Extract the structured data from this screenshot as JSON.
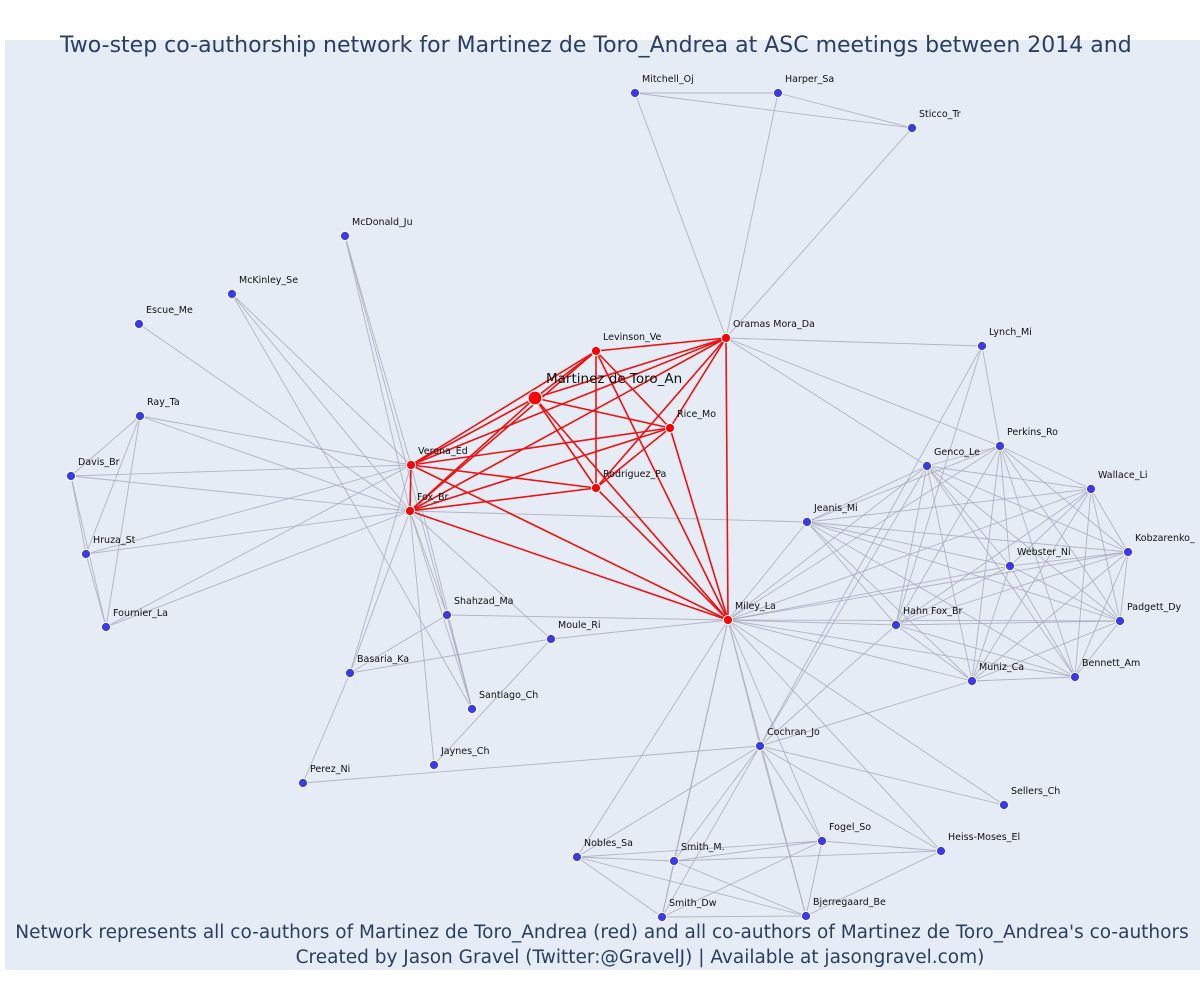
{
  "title": "Two-step co-authorship network for Martinez de Toro_Andrea at ASC meetings between 2014 and",
  "caption_line1": "Network represents all co-authors of Martinez de Toro_Andrea (red) and all co-authors of Martinez de Toro_Andrea's co-authors",
  "caption_line2": "Created by Jason Gravel (Twitter:@GravelJ) | Available at jasongravel.com)",
  "colors": {
    "background": "#e5ecf6",
    "first_degree_node": "#ff0000",
    "second_degree_node": "#3b3be6",
    "first_degree_edge": "#ee1111",
    "second_degree_edge": "#a9a9b9"
  },
  "nodes": [
    {
      "id": "martinez",
      "label": "Martinez de Toro_An",
      "group": "focal"
    },
    {
      "id": "levinson",
      "label": "Levinson_Ve",
      "group": "first"
    },
    {
      "id": "oramas",
      "label": "Oramas Mora_Da",
      "group": "first"
    },
    {
      "id": "rice",
      "label": "Rice_Mo",
      "group": "first"
    },
    {
      "id": "verona",
      "label": "Verona_Ed",
      "group": "first"
    },
    {
      "id": "fox",
      "label": "Fox_Br",
      "group": "first"
    },
    {
      "id": "rodriguez",
      "label": "Rodriguez_Pa",
      "group": "first"
    },
    {
      "id": "miley",
      "label": "Miley_La",
      "group": "first"
    },
    {
      "id": "mitchell",
      "label": "Mitchell_Oj",
      "group": "second"
    },
    {
      "id": "harper",
      "label": "Harper_Sa",
      "group": "second"
    },
    {
      "id": "sticco",
      "label": "Sticco_Tr",
      "group": "second"
    },
    {
      "id": "mcdonald",
      "label": "McDonald_Ju",
      "group": "second"
    },
    {
      "id": "mckinley",
      "label": "McKinley_Se",
      "group": "second"
    },
    {
      "id": "escue",
      "label": "Escue_Me",
      "group": "second"
    },
    {
      "id": "ray",
      "label": "Ray_Ta",
      "group": "second"
    },
    {
      "id": "davis",
      "label": "Davis_Br",
      "group": "second"
    },
    {
      "id": "hruza",
      "label": "Hruza_St",
      "group": "second"
    },
    {
      "id": "fournier",
      "label": "Fournier_La",
      "group": "second"
    },
    {
      "id": "lynch",
      "label": "Lynch_Mi",
      "group": "second"
    },
    {
      "id": "perkins",
      "label": "Perkins_Ro",
      "group": "second"
    },
    {
      "id": "genco",
      "label": "Genco_Le",
      "group": "second"
    },
    {
      "id": "wallace",
      "label": "Wallace_Li",
      "group": "second"
    },
    {
      "id": "jeanis",
      "label": "Jeanis_Mi",
      "group": "second"
    },
    {
      "id": "kobzarenko",
      "label": "Kobzarenko_",
      "group": "second"
    },
    {
      "id": "webster",
      "label": "Webster_Ni",
      "group": "second"
    },
    {
      "id": "padgett",
      "label": "Padgett_Dy",
      "group": "second"
    },
    {
      "id": "hahnfox",
      "label": "Hahn Fox_Br",
      "group": "second"
    },
    {
      "id": "muniz",
      "label": "Muniz_Ca",
      "group": "second"
    },
    {
      "id": "bennett",
      "label": "Bennett_Am",
      "group": "second"
    },
    {
      "id": "shahzad",
      "label": "Shahzad_Ma",
      "group": "second"
    },
    {
      "id": "moule",
      "label": "Moule_Ri",
      "group": "second"
    },
    {
      "id": "basaria",
      "label": "Basaria_Ka",
      "group": "second"
    },
    {
      "id": "santiago",
      "label": "Santiago_Ch",
      "group": "second"
    },
    {
      "id": "jaynes",
      "label": "Jaynes_Ch",
      "group": "second"
    },
    {
      "id": "perez",
      "label": "Perez_Ni",
      "group": "second"
    },
    {
      "id": "cochran",
      "label": "Cochran_Jo",
      "group": "second"
    },
    {
      "id": "sellers",
      "label": "Sellers_Ch",
      "group": "second"
    },
    {
      "id": "fogel",
      "label": "Fogel_So",
      "group": "second"
    },
    {
      "id": "heissmoses",
      "label": "Heiss-Moses_El",
      "group": "second"
    },
    {
      "id": "nobles",
      "label": "Nobles_Sa",
      "group": "second"
    },
    {
      "id": "smithm",
      "label": "Smith_M.",
      "group": "second"
    },
    {
      "id": "smithdw",
      "label": "Smith_Dw",
      "group": "second"
    },
    {
      "id": "bjerregaard",
      "label": "Bjerregaard_Be",
      "group": "second"
    }
  ],
  "edges": [
    [
      "martinez",
      "levinson"
    ],
    [
      "martinez",
      "oramas"
    ],
    [
      "martinez",
      "rice"
    ],
    [
      "martinez",
      "verona"
    ],
    [
      "martinez",
      "fox"
    ],
    [
      "martinez",
      "rodriguez"
    ],
    [
      "martinez",
      "miley"
    ],
    [
      "levinson",
      "oramas"
    ],
    [
      "levinson",
      "verona"
    ],
    [
      "levinson",
      "fox"
    ],
    [
      "levinson",
      "rodriguez"
    ],
    [
      "levinson",
      "miley"
    ],
    [
      "levinson",
      "rice"
    ],
    [
      "oramas",
      "rice"
    ],
    [
      "oramas",
      "verona"
    ],
    [
      "oramas",
      "fox"
    ],
    [
      "oramas",
      "rodriguez"
    ],
    [
      "oramas",
      "miley"
    ],
    [
      "rice",
      "verona"
    ],
    [
      "rice",
      "fox"
    ],
    [
      "rice",
      "rodriguez"
    ],
    [
      "rice",
      "miley"
    ],
    [
      "verona",
      "fox"
    ],
    [
      "verona",
      "rodriguez"
    ],
    [
      "verona",
      "miley"
    ],
    [
      "fox",
      "rodriguez"
    ],
    [
      "fox",
      "miley"
    ],
    [
      "rodriguez",
      "miley"
    ],
    [
      "oramas",
      "mitchell"
    ],
    [
      "oramas",
      "harper"
    ],
    [
      "oramas",
      "sticco"
    ],
    [
      "mitchell",
      "harper"
    ],
    [
      "mitchell",
      "sticco"
    ],
    [
      "harper",
      "sticco"
    ],
    [
      "oramas",
      "lynch"
    ],
    [
      "oramas",
      "genco"
    ],
    [
      "oramas",
      "perkins"
    ],
    [
      "mcdonald",
      "verona"
    ],
    [
      "mcdonald",
      "fox"
    ],
    [
      "mcdonald",
      "santiago"
    ],
    [
      "mckinley",
      "verona"
    ],
    [
      "mckinley",
      "fox"
    ],
    [
      "mckinley",
      "santiago"
    ],
    [
      "escue",
      "fox"
    ],
    [
      "ray",
      "davis"
    ],
    [
      "ray",
      "hruza"
    ],
    [
      "ray",
      "fournier"
    ],
    [
      "ray",
      "verona"
    ],
    [
      "ray",
      "fox"
    ],
    [
      "davis",
      "hruza"
    ],
    [
      "davis",
      "fournier"
    ],
    [
      "davis",
      "verona"
    ],
    [
      "davis",
      "fox"
    ],
    [
      "hruza",
      "fournier"
    ],
    [
      "hruza",
      "verona"
    ],
    [
      "hruza",
      "fox"
    ],
    [
      "fournier",
      "verona"
    ],
    [
      "fournier",
      "fox"
    ],
    [
      "fox",
      "shahzad"
    ],
    [
      "fox",
      "moule"
    ],
    [
      "fox",
      "basaria"
    ],
    [
      "fox",
      "santiago"
    ],
    [
      "fox",
      "jaynes"
    ],
    [
      "fox",
      "jeanis"
    ],
    [
      "verona",
      "basaria"
    ],
    [
      "verona",
      "santiago"
    ],
    [
      "shahzad",
      "miley"
    ],
    [
      "shahzad",
      "basaria"
    ],
    [
      "shahzad",
      "santiago"
    ],
    [
      "moule",
      "miley"
    ],
    [
      "moule",
      "basaria"
    ],
    [
      "moule",
      "jaynes"
    ],
    [
      "basaria",
      "perez"
    ],
    [
      "miley",
      "jeanis"
    ],
    [
      "miley",
      "hahnfox"
    ],
    [
      "miley",
      "muniz"
    ],
    [
      "miley",
      "bennett"
    ],
    [
      "miley",
      "padgett"
    ],
    [
      "miley",
      "kobzarenko"
    ],
    [
      "miley",
      "webster"
    ],
    [
      "miley",
      "wallace"
    ],
    [
      "miley",
      "genco"
    ],
    [
      "miley",
      "perkins"
    ],
    [
      "miley",
      "cochran"
    ],
    [
      "miley",
      "sellers"
    ],
    [
      "miley",
      "heissmoses"
    ],
    [
      "miley",
      "fogel"
    ],
    [
      "miley",
      "nobles"
    ],
    [
      "miley",
      "smithm"
    ],
    [
      "miley",
      "smithdw"
    ],
    [
      "miley",
      "bjerregaard"
    ],
    [
      "lynch",
      "perkins"
    ],
    [
      "lynch",
      "hahnfox"
    ],
    [
      "lynch",
      "cochran"
    ],
    [
      "genco",
      "perkins"
    ],
    [
      "genco",
      "wallace"
    ],
    [
      "genco",
      "kobzarenko"
    ],
    [
      "genco",
      "webster"
    ],
    [
      "genco",
      "padgett"
    ],
    [
      "genco",
      "hahnfox"
    ],
    [
      "genco",
      "muniz"
    ],
    [
      "genco",
      "bennett"
    ],
    [
      "genco",
      "jeanis"
    ],
    [
      "genco",
      "cochran"
    ],
    [
      "perkins",
      "wallace"
    ],
    [
      "perkins",
      "kobzarenko"
    ],
    [
      "perkins",
      "webster"
    ],
    [
      "perkins",
      "padgett"
    ],
    [
      "perkins",
      "hahnfox"
    ],
    [
      "perkins",
      "muniz"
    ],
    [
      "perkins",
      "bennett"
    ],
    [
      "perkins",
      "jeanis"
    ],
    [
      "wallace",
      "kobzarenko"
    ],
    [
      "wallace",
      "webster"
    ],
    [
      "wallace",
      "padgett"
    ],
    [
      "wallace",
      "hahnfox"
    ],
    [
      "wallace",
      "muniz"
    ],
    [
      "wallace",
      "bennett"
    ],
    [
      "wallace",
      "jeanis"
    ],
    [
      "jeanis",
      "webster"
    ],
    [
      "jeanis",
      "kobzarenko"
    ],
    [
      "jeanis",
      "padgett"
    ],
    [
      "jeanis",
      "hahnfox"
    ],
    [
      "jeanis",
      "muniz"
    ],
    [
      "jeanis",
      "bennett"
    ],
    [
      "kobzarenko",
      "webster"
    ],
    [
      "kobzarenko",
      "padgett"
    ],
    [
      "kobzarenko",
      "hahnfox"
    ],
    [
      "kobzarenko",
      "muniz"
    ],
    [
      "kobzarenko",
      "bennett"
    ],
    [
      "webster",
      "padgett"
    ],
    [
      "webster",
      "hahnfox"
    ],
    [
      "webster",
      "muniz"
    ],
    [
      "webster",
      "bennett"
    ],
    [
      "padgett",
      "hahnfox"
    ],
    [
      "padgett",
      "muniz"
    ],
    [
      "padgett",
      "bennett"
    ],
    [
      "hahnfox",
      "muniz"
    ],
    [
      "hahnfox",
      "bennett"
    ],
    [
      "hahnfox",
      "cochran"
    ],
    [
      "muniz",
      "bennett"
    ],
    [
      "muniz",
      "cochran"
    ],
    [
      "cochran",
      "sellers"
    ],
    [
      "cochran",
      "fogel"
    ],
    [
      "cochran",
      "heissmoses"
    ],
    [
      "cochran",
      "nobles"
    ],
    [
      "cochran",
      "smithm"
    ],
    [
      "cochran",
      "smithdw"
    ],
    [
      "cochran",
      "bjerregaard"
    ],
    [
      "cochran",
      "perez"
    ],
    [
      "fogel",
      "heissmoses"
    ],
    [
      "fogel",
      "nobles"
    ],
    [
      "fogel",
      "smithm"
    ],
    [
      "fogel",
      "smithdw"
    ],
    [
      "fogel",
      "bjerregaard"
    ],
    [
      "heissmoses",
      "smithm"
    ],
    [
      "heissmoses",
      "bjerregaard"
    ],
    [
      "nobles",
      "smithm"
    ],
    [
      "nobles",
      "smithdw"
    ],
    [
      "nobles",
      "bjerregaard"
    ],
    [
      "smithm",
      "smithdw"
    ],
    [
      "smithm",
      "bjerregaard"
    ],
    [
      "smithdw",
      "bjerregaard"
    ]
  ]
}
